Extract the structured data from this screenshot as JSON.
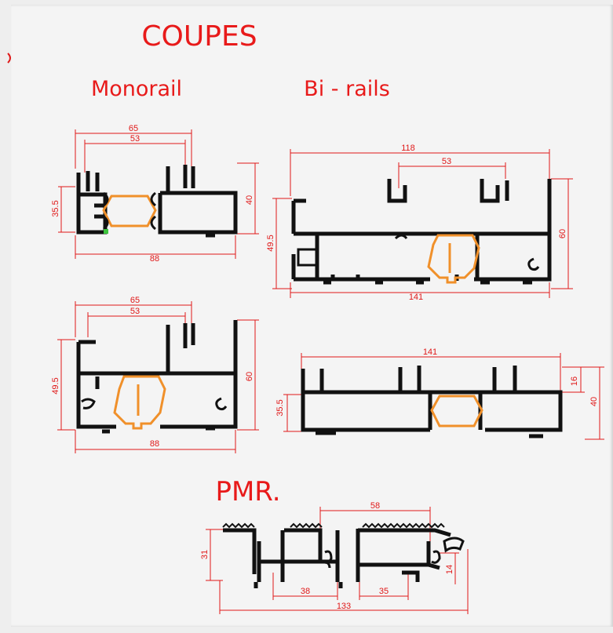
{
  "titles": {
    "main": "COUPES",
    "monorail": "Monorail",
    "birails": "Bi - rails",
    "pmr": "PMR."
  },
  "colors": {
    "dimension": "#e01818",
    "profile": "#111111",
    "gasket": "#f0902a",
    "title": "#e81a1a"
  },
  "monorail_top": {
    "d1": "65",
    "d2": "53",
    "d3": "88",
    "d4": "35.5",
    "d5": "40"
  },
  "birails_top": {
    "d1": "118",
    "d2": "53",
    "d3": "141",
    "d4": "49.5",
    "d5": "60"
  },
  "monorail_bottom": {
    "d1": "65",
    "d2": "53",
    "d3": "88",
    "d4": "49.5",
    "d5": "60"
  },
  "birails_bottom": {
    "d1": "141",
    "d2": "35.5",
    "d3": "16",
    "d4": "40"
  },
  "pmr": {
    "d1": "58",
    "d2": "31",
    "d3": "38",
    "d4": "35",
    "d5": "14",
    "d6": "133"
  }
}
